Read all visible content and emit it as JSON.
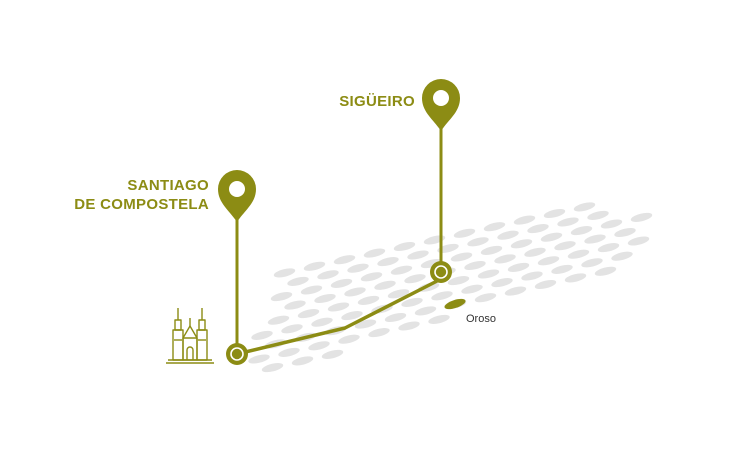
{
  "map": {
    "locations": [
      {
        "id": "santiago",
        "label_lines": [
          "SANTIAGO",
          "DE COMPOSTELA"
        ],
        "marker": "map-pin-icon",
        "landmark": "cathedral-icon"
      },
      {
        "id": "sigueiro",
        "label_lines": [
          "SIGÜEIRO"
        ],
        "marker": "map-pin-icon"
      }
    ],
    "towns": [
      {
        "id": "oroso",
        "label": "Oroso",
        "marker": "town-dot"
      }
    ],
    "route": {
      "from": "santiago",
      "to": "sigueiro"
    },
    "colors": {
      "accent": "#8c8c14",
      "terrain": "#e3e3e3",
      "town_text": "#333333",
      "background": "#ffffff"
    }
  }
}
